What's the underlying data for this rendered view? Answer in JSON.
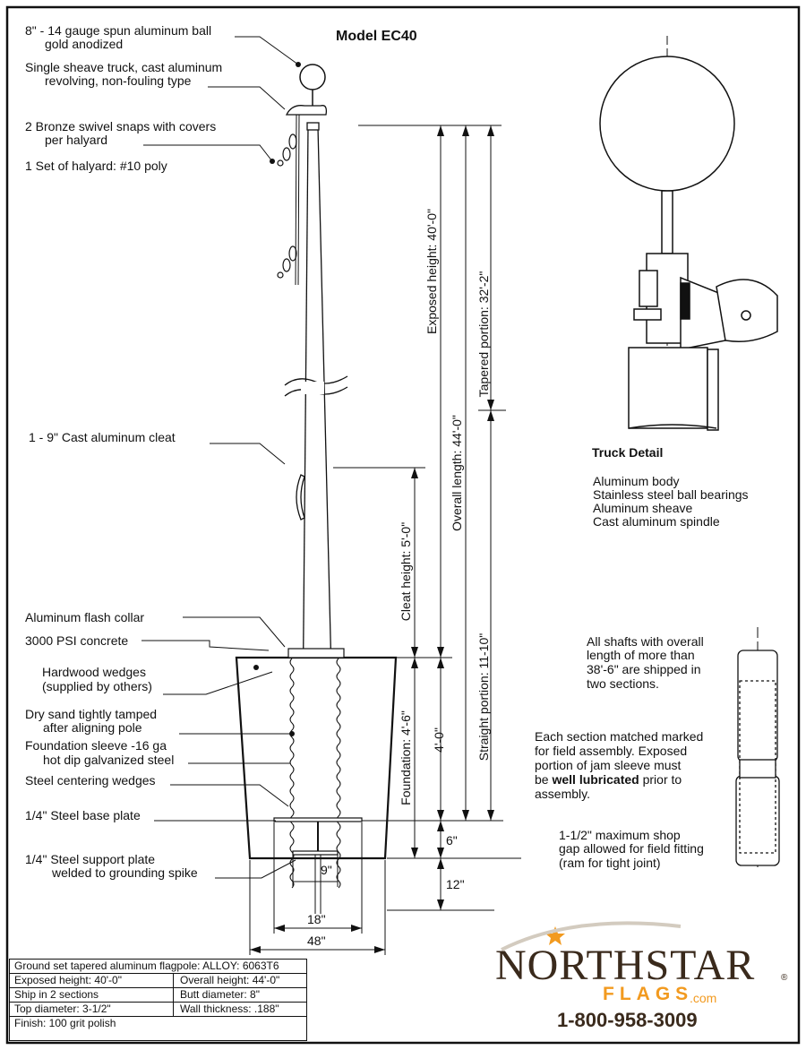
{
  "title": "Model  EC40",
  "labels": {
    "ball": [
      "8\" - 14 gauge spun aluminum ball",
      "gold anodized"
    ],
    "truck": [
      "Single sheave truck, cast aluminum",
      "revolving, non-fouling type"
    ],
    "snaps": [
      "2  Bronze swivel snaps with covers",
      "per halyard"
    ],
    "halyard": "1  Set of halyard:  #10 poly",
    "cleat": "1 - 9\" Cast aluminum cleat",
    "flash_collar": "Aluminum flash collar",
    "concrete": "3000 PSI concrete",
    "wedges": [
      "Hardwood wedges",
      "(supplied by others)"
    ],
    "sand": [
      "Dry sand tightly tamped",
      "after aligning pole"
    ],
    "sleeve": [
      "Foundation sleeve -16 ga",
      "hot dip galvanized steel"
    ],
    "centering": "Steel centering wedges",
    "base_plate": "1/4\" Steel base plate",
    "support_plate": [
      "1/4\" Steel support plate",
      "welded to grounding spike"
    ]
  },
  "dimensions": {
    "exposed_height": "Exposed height:  40'-0\"",
    "overall_length": "Overall length:  44'-0\"",
    "tapered_portion": "Tapered portion:  32'-2\"",
    "cleat_height": "Cleat height:  5'-0\"",
    "straight_portion": "Straight portion:  11-10\"",
    "foundation": "Foundation:  4'-6\"",
    "sleeve_depth": "4'-0\"",
    "six": "6\"",
    "twelve": "12\"",
    "nine": "9\"",
    "eighteen": "18\"",
    "fortyeight": "48\""
  },
  "truck_detail": {
    "title": "Truck Detail",
    "items": [
      "Aluminum body",
      "Stainless steel ball bearings",
      "Aluminum sheave",
      "Cast aluminum spindle"
    ]
  },
  "shafts_note": [
    "All shafts with overall",
    "length of more than",
    "38'-6\" are shipped in",
    "two sections."
  ],
  "section_note": {
    "line1": "Each section matched marked",
    "line2": "for field assembly.  Exposed",
    "line3": "portion of jam sleeve must",
    "line4_pre": "be ",
    "line4_bold": "well lubricated",
    "line4_post": " prior to",
    "line5": "assembly."
  },
  "gap_note": [
    "1-1/2\" maximum shop",
    "gap allowed for field fitting",
    "(ram for tight joint)"
  ],
  "spec_table": {
    "row1": "Ground set tapered aluminum flagpole:  ALLOY:  6063T6",
    "exposed": "Exposed height:   40'-0\"",
    "overall": "Overall height:   44'-0\"",
    "ship": "Ship in  2          sections",
    "butt": "Butt diameter:   8\"",
    "top": "Top diameter:   3-1/2\"",
    "wall": "Wall thickness:   .188\"",
    "finish": "Finish:   100  grit polish"
  },
  "logo": {
    "name": "NORTHSTAR",
    "flags": "FLAGS",
    "com": ".com",
    "reg": "®",
    "phone": "1-800-958-3009",
    "colors": {
      "brown": "#3a2a1c",
      "orange": "#f29a1f"
    }
  }
}
